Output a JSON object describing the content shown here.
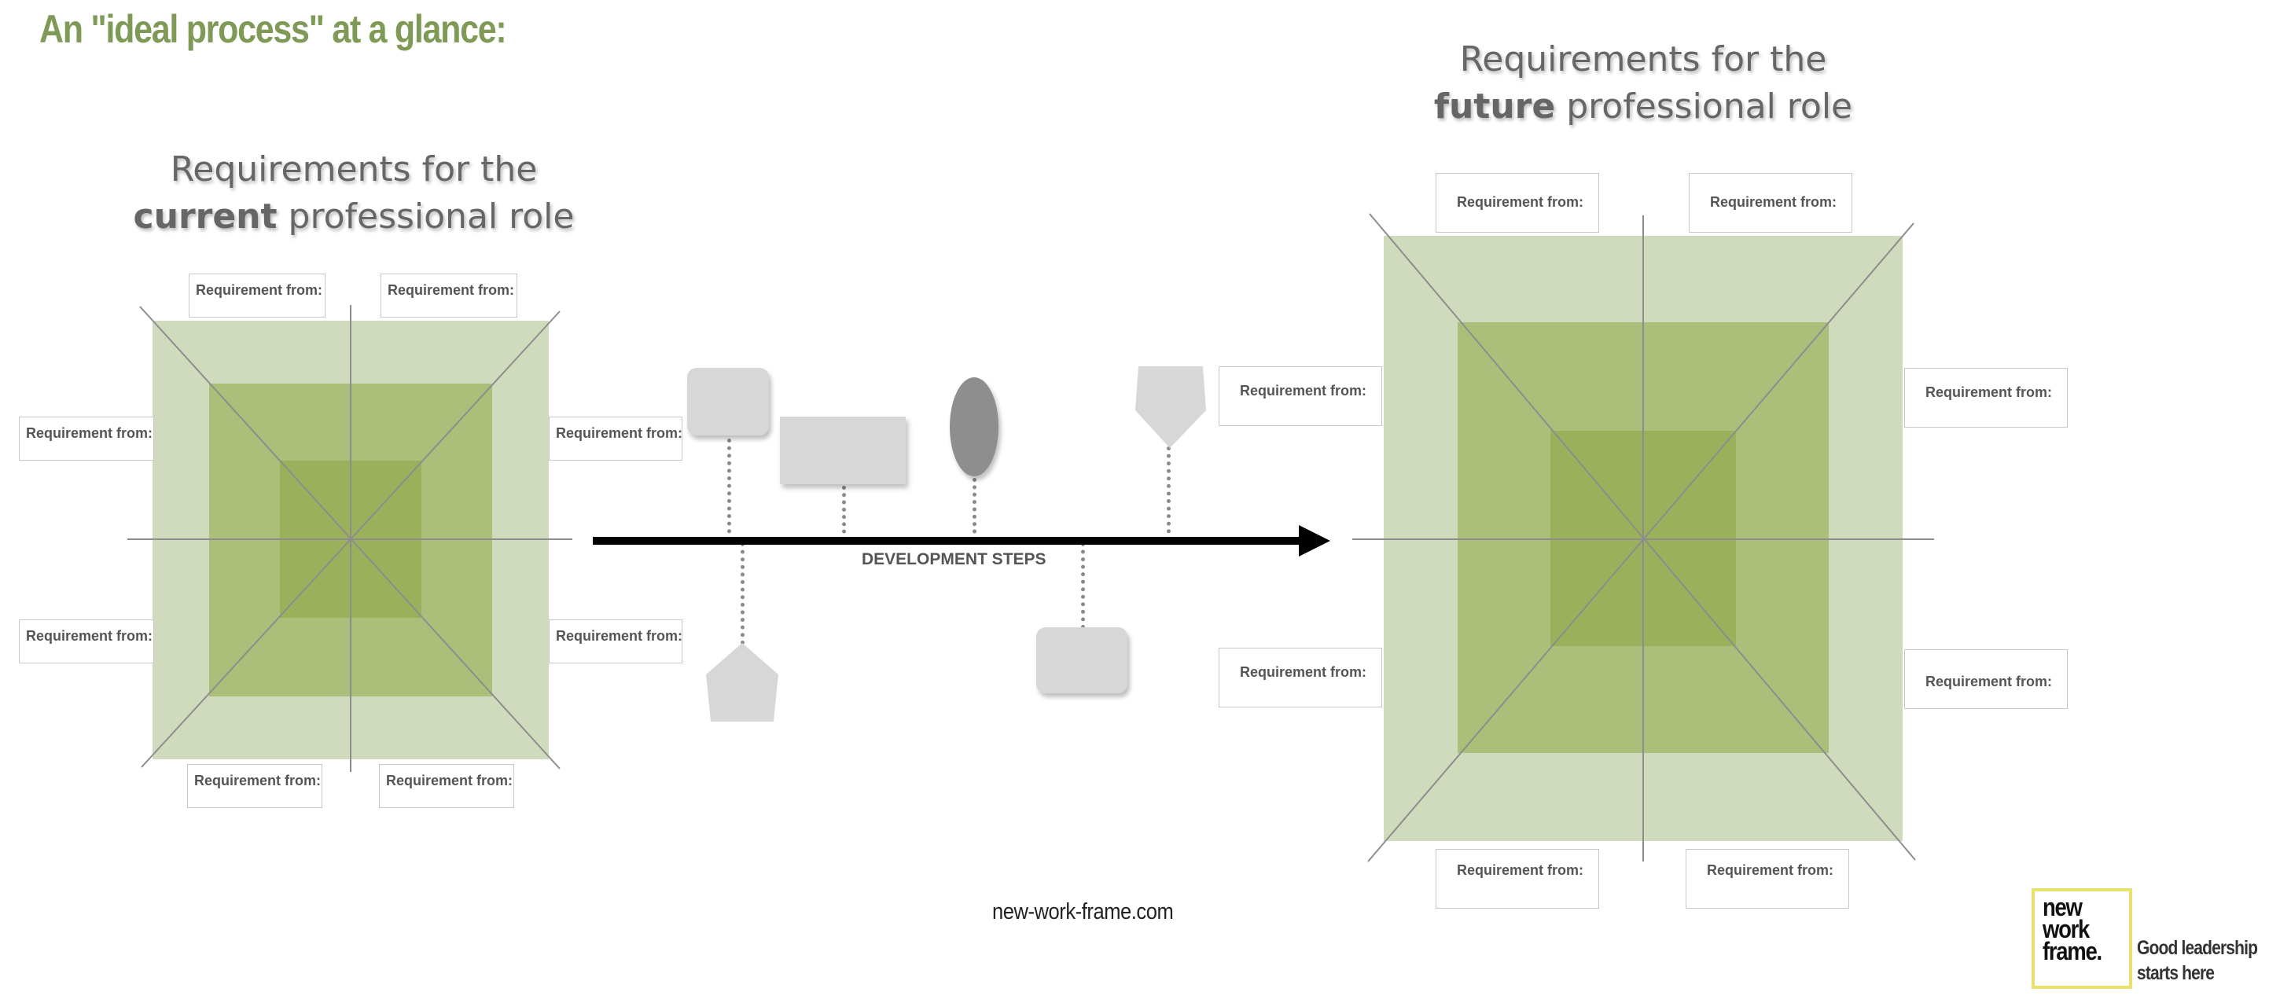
{
  "title": "An \"ideal process\" at a glance:",
  "current_role": {
    "heading_line1": "Requirements for the",
    "heading_bold": "current",
    "heading_rest": " professional role",
    "requirement_boxes": [
      "Requirement from:",
      "Requirement from:",
      "Requirement from:",
      "Requirement from:",
      "Requirement from:",
      "Requirement from:",
      "Requirement from:",
      "Requirement from:"
    ]
  },
  "future_role": {
    "heading_line1": "Requirements for the",
    "heading_bold": "future",
    "heading_rest": " professional role",
    "requirement_boxes": [
      "Requirement from:",
      "Requirement from:",
      "Requirement from:",
      "Requirement from:",
      "Requirement from:",
      "Requirement from:",
      "Requirement from:",
      "Requirement from:"
    ]
  },
  "timeline": {
    "label": "DEVELOPMENT STEPS",
    "step_shapes": [
      "rounded-square",
      "rectangle",
      "ellipse",
      "pentagon",
      "pentagon",
      "rounded-square"
    ]
  },
  "footer": {
    "url": "new-work-frame.com"
  },
  "logo": {
    "lines": [
      "new",
      "work",
      "frame."
    ],
    "tagline_line1": "Good leadership",
    "tagline_line2": "starts here"
  },
  "colors": {
    "title": "#7e9a56",
    "quadrant_outer": "#d0dbbd",
    "quadrant_middle": "#abbf7b",
    "quadrant_inner": "#9bb05a",
    "heading_text": "#666666",
    "logo_border": "#e9e26a"
  }
}
